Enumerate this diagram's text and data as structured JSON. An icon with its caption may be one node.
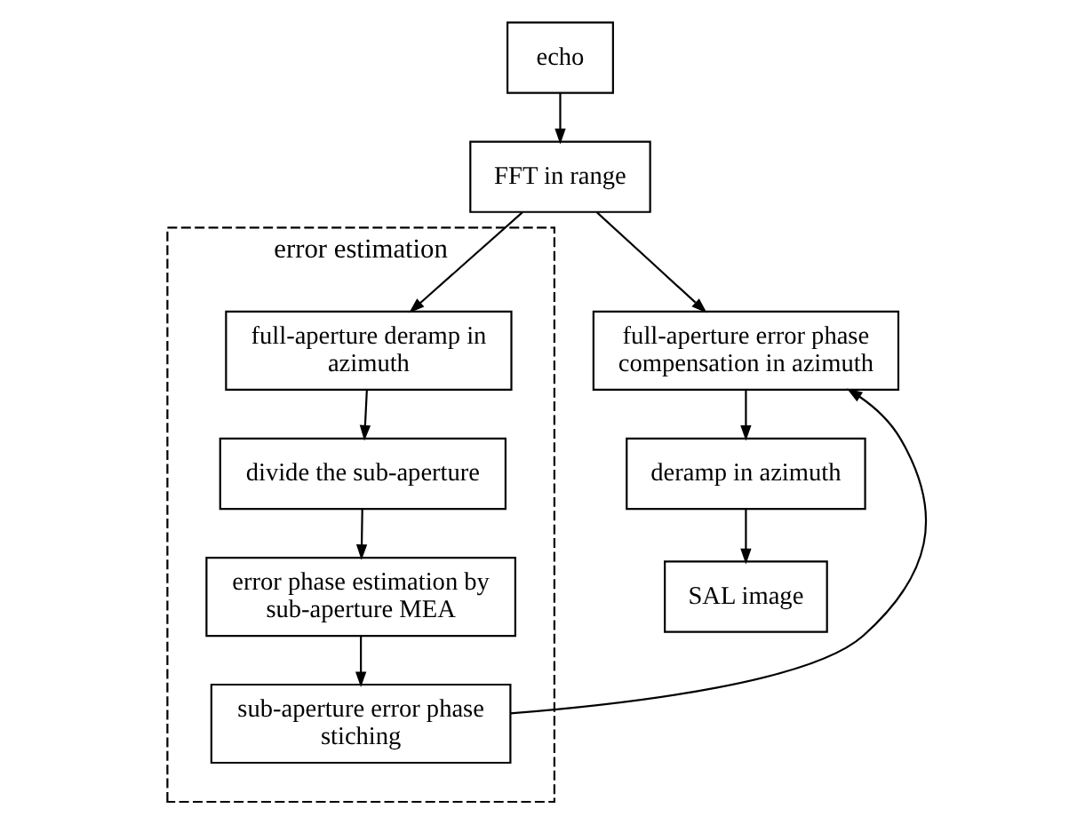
{
  "diagram": {
    "nodes": [
      {
        "text": [
          "echo"
        ]
      },
      {
        "text": [
          "FFT in range"
        ]
      },
      {
        "text": [
          "full-aperture error phase compensation in azimuth"
        ]
      },
      {
        "text": [
          "deramp in azimuth"
        ]
      },
      {
        "text": [
          "SAL image"
        ]
      },
      {
        "text": [
          "error estimation"
        ]
      },
      {
        "text": [
          "full-aperture deramp in azimuth"
        ],
        "in": 5
      },
      {
        "text": [
          "divide the sub-aperture"
        ],
        "in": 5
      },
      {
        "text": [
          "error phase estimation by sub-aperture MEA"
        ],
        "in": 5
      },
      {
        "text": [
          "sub-aperture error phase stiching"
        ],
        "in": 5
      }
    ],
    "edges": [
      {
        "from": 0,
        "to": 1,
        "arrow": "to"
      },
      {
        "from": 1,
        "to": 2,
        "arrow": "to"
      },
      {
        "from": 1,
        "to": 6,
        "arrow": "to"
      },
      {
        "from": 6,
        "to": 7,
        "arrow": "to"
      },
      {
        "from": 7,
        "to": 8,
        "arrow": "to"
      },
      {
        "from": 8,
        "to": 9,
        "arrow": "to"
      },
      {
        "from": 9,
        "to": 2,
        "arrow": "to"
      },
      {
        "from": 2,
        "to": 3,
        "arrow": "to"
      },
      {
        "from": 3,
        "to": 4,
        "arrow": "to"
      }
    ]
  }
}
